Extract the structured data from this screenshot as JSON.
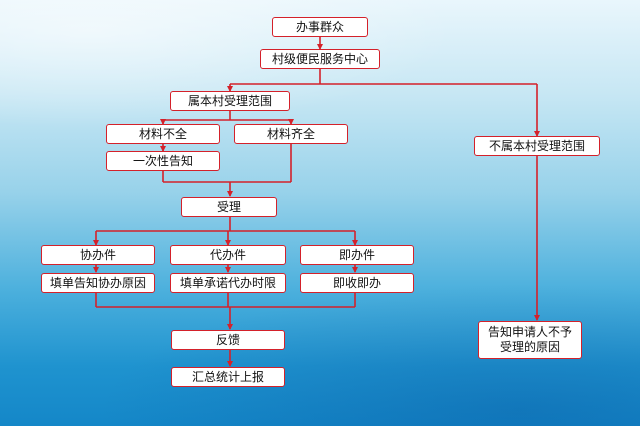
{
  "colors": {
    "line": "#d4212a",
    "box_fill": "#ffffff",
    "box_border": "#d4212a"
  },
  "nodes": {
    "applicants": "办事群众",
    "service_center": "村级便民服务中心",
    "within_scope": "属本村受理范围",
    "materials_incomplete": "材料不全",
    "materials_complete": "材料齐全",
    "notify_once": "一次性告知",
    "accept": "受理",
    "assist": "协办件",
    "proxy": "代办件",
    "immediate": "即办件",
    "fill_assist_reason": "填单告知协办原因",
    "fill_proxy_deadline": "填单承诺代办时限",
    "receive_immediately": "即收即办",
    "feedback": "反馈",
    "summary_report": "汇总统计上报",
    "outside_scope": "不属本村受理范围",
    "notify_rejection": "告知申请人不予受理的原因"
  }
}
